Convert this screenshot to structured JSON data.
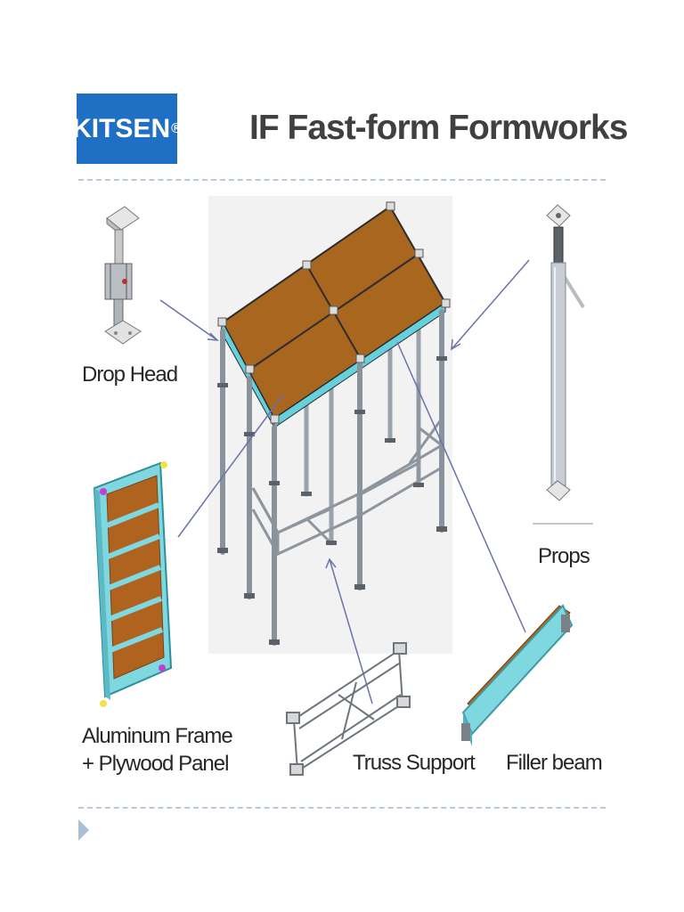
{
  "logo": {
    "text": "KITSEN",
    "mark": "®"
  },
  "title": "IF Fast-form Formworks",
  "labels": {
    "drop_head": "Drop Head",
    "props": "Props",
    "aluminum_frame_line1": "Aluminum Frame",
    "aluminum_frame_line2": "+ Plywood Panel",
    "truss_support": "Truss Support",
    "filler_beam": "Filler beam"
  },
  "colors": {
    "logo_blue": "#1f6fc4",
    "plywood": "#b0621f",
    "aluminum_frame": "#7fd8e0",
    "steel": "#a9b0b8",
    "callout_line": "#6a72a8",
    "rule": "#b7c9da"
  },
  "icons": [
    "slide-advance-arrow-icon"
  ]
}
